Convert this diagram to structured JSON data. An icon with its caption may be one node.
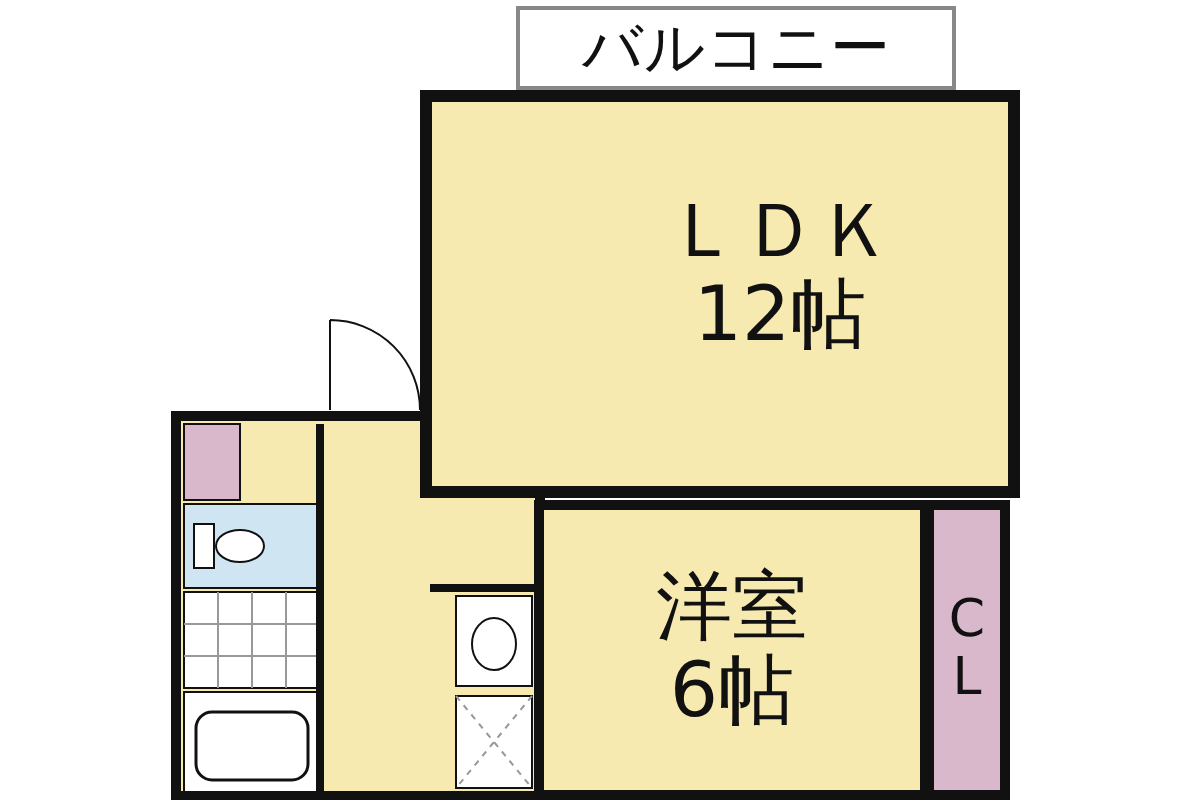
{
  "diagram": {
    "nodes": [
      {
        "text": [
          "バルコニー"
        ]
      },
      {
        "text": [
          "ＬＤＫ",
          "12帖"
        ]
      },
      {
        "text": [
          "洋室",
          "6帖"
        ]
      },
      {
        "text": [
          "CL"
        ]
      }
    ]
  }
}
